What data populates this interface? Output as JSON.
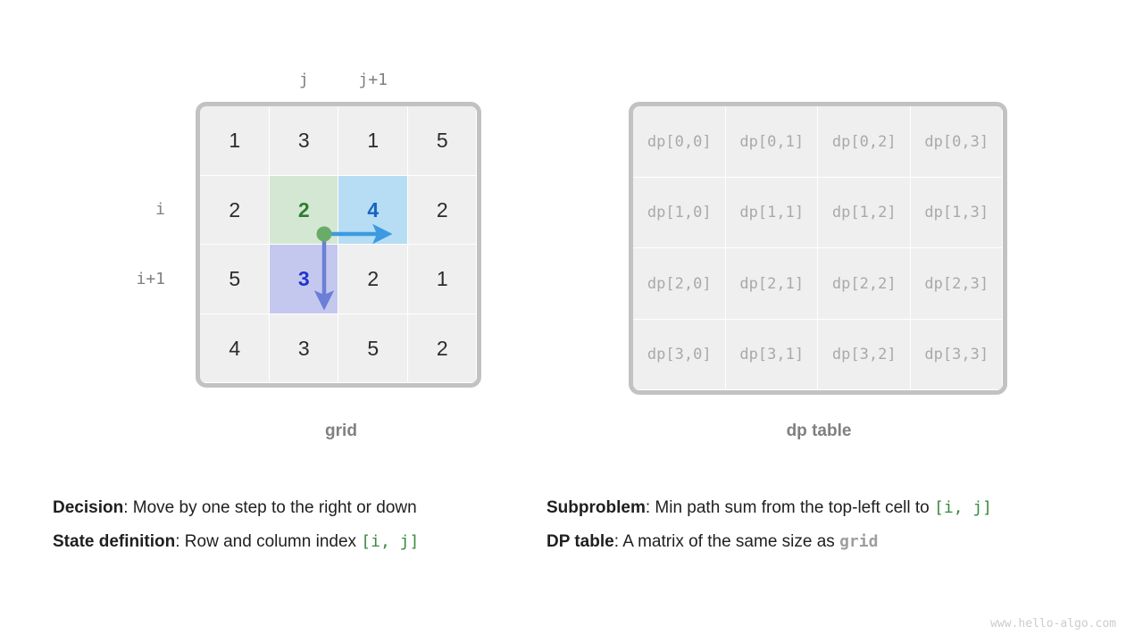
{
  "grid": {
    "caption": "grid",
    "col_labels": [
      {
        "text": "j",
        "col": 1
      },
      {
        "text": "j+1",
        "col": 2
      }
    ],
    "row_labels": [
      {
        "text": "i",
        "row": 1
      },
      {
        "text": "i+1",
        "row": 2
      }
    ],
    "rows": [
      [
        {
          "value": "1",
          "style": ""
        },
        {
          "value": "3",
          "style": ""
        },
        {
          "value": "1",
          "style": ""
        },
        {
          "value": "5",
          "style": ""
        }
      ],
      [
        {
          "value": "2",
          "style": ""
        },
        {
          "value": "2",
          "style": "hl-green"
        },
        {
          "value": "4",
          "style": "hl-blue"
        },
        {
          "value": "2",
          "style": ""
        }
      ],
      [
        {
          "value": "5",
          "style": ""
        },
        {
          "value": "3",
          "style": "hl-purple"
        },
        {
          "value": "2",
          "style": ""
        },
        {
          "value": "1",
          "style": ""
        }
      ],
      [
        {
          "value": "4",
          "style": ""
        },
        {
          "value": "3",
          "style": ""
        },
        {
          "value": "5",
          "style": ""
        },
        {
          "value": "2",
          "style": ""
        }
      ]
    ],
    "marker": {
      "name": "current-cell-dot",
      "color": "#6aab6a"
    },
    "arrows": [
      {
        "name": "move-right-arrow",
        "direction": "right",
        "color": "#3d9ae0"
      },
      {
        "name": "move-down-arrow",
        "direction": "down",
        "color": "#6b7fd7"
      }
    ]
  },
  "dp_table": {
    "caption": "dp table",
    "rows": [
      [
        "dp[0,0]",
        "dp[0,1]",
        "dp[0,2]",
        "dp[0,3]"
      ],
      [
        "dp[1,0]",
        "dp[1,1]",
        "dp[1,2]",
        "dp[1,3]"
      ],
      [
        "dp[2,0]",
        "dp[2,1]",
        "dp[2,2]",
        "dp[2,3]"
      ],
      [
        "dp[3,0]",
        "dp[3,1]",
        "dp[3,2]",
        "dp[3,3]"
      ]
    ]
  },
  "legend": {
    "left": [
      {
        "label": "Decision",
        "sep": ": ",
        "text": "Move by one step to the right or down",
        "code": "",
        "code_style": ""
      },
      {
        "label": "State definition",
        "sep": ": ",
        "text": "Row and column index ",
        "code": "[i, j]",
        "code_style": "code-green"
      }
    ],
    "right": [
      {
        "label": "Subproblem",
        "sep": ": ",
        "text": "Min path sum from the top-left cell to ",
        "code": "[i, j]",
        "code_style": "code-green"
      },
      {
        "label": "DP table",
        "sep": ": ",
        "text": "A matrix of the same size as ",
        "code": "grid",
        "code_style": "code-gray"
      }
    ]
  },
  "watermark": "www.hello-algo.com",
  "colors": {
    "border": "#c2c2c2",
    "cell_bg": "#efefef",
    "green_bg": "#d4e7d2",
    "green_fg": "#2e7d32",
    "blue_bg": "#b6ddf4",
    "blue_fg": "#1565c0",
    "purple_bg": "#c5c8ee",
    "purple_fg": "#2233cc",
    "dp_text": "#a9a9a9",
    "label_gray": "#808080"
  }
}
